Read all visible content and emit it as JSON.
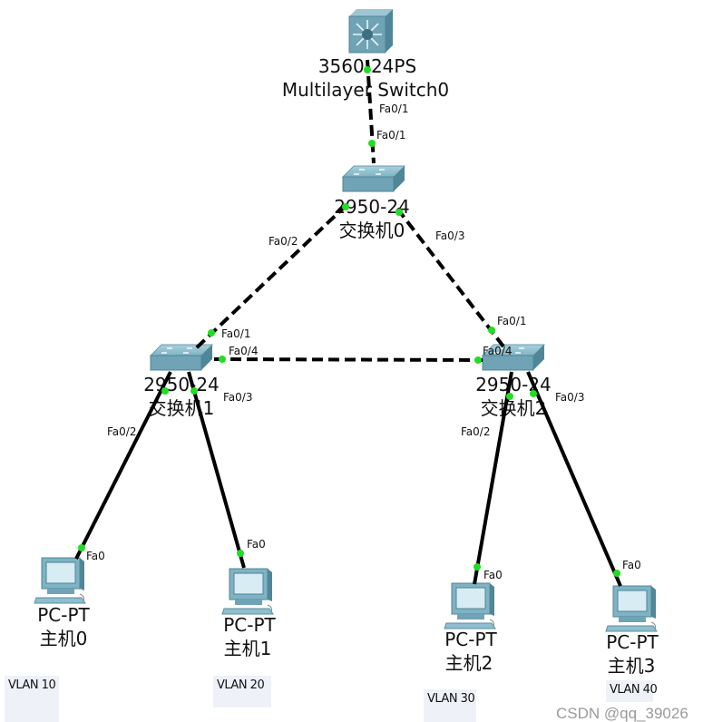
{
  "devices": {
    "mls": {
      "model": "3560-24PS",
      "name": "Multilayer Switch0",
      "port": "Fa0/1"
    },
    "sw0": {
      "model": "2950-24",
      "name": "交换机0",
      "ports": {
        "up": "Fa0/1",
        "left": "Fa0/2",
        "right": "Fa0/3"
      }
    },
    "sw1": {
      "model": "2950-24",
      "name": "交换机1",
      "ports": {
        "up": "Fa0/1",
        "trunk": "Fa0/4",
        "pc_a": "Fa0/2",
        "pc_b": "Fa0/3"
      }
    },
    "sw2": {
      "model": "2950-24",
      "name": "交换机2",
      "ports": {
        "up": "Fa0/1",
        "trunk": "Fa0/4",
        "pc_a": "Fa0/2",
        "pc_b": "Fa0/3"
      }
    },
    "pcs": [
      {
        "model": "PC-PT",
        "name": "主机0",
        "port": "Fa0",
        "vlan": "VLAN 10"
      },
      {
        "model": "PC-PT",
        "name": "主机1",
        "port": "Fa0",
        "vlan": "VLAN 20"
      },
      {
        "model": "PC-PT",
        "name": "主机2",
        "port": "Fa0",
        "vlan": "VLAN 30"
      },
      {
        "model": "PC-PT",
        "name": "主机3",
        "port": "Fa0",
        "vlan": "VLAN 40"
      }
    ]
  },
  "colors": {
    "link": "#000000",
    "port_up": "#22dd22",
    "device": "#5f9cae",
    "vlan_box": "#eef2f8"
  },
  "watermark": "CSDN @qq_39026"
}
